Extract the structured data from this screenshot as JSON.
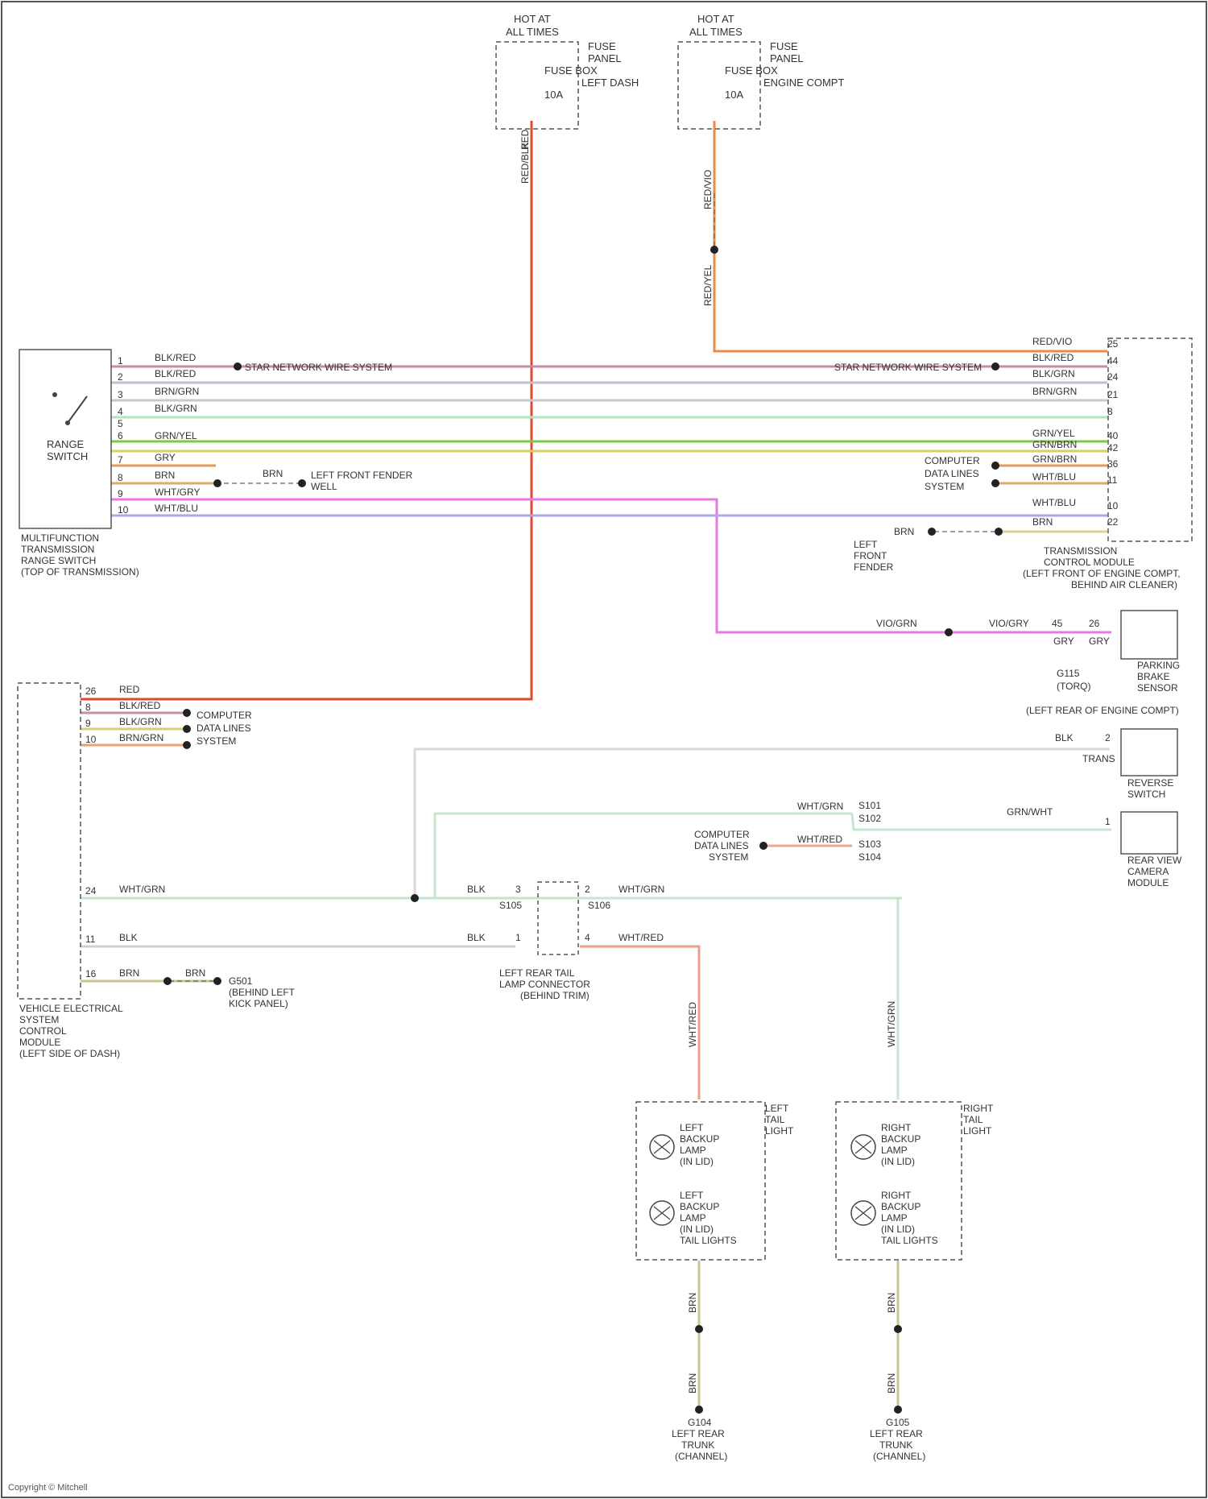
{
  "components": {
    "fuse_left": {
      "labels": [
        "HOT AT",
        "ALL TIMES",
        "FUSE",
        "PANEL",
        "FUSE BOX",
        "LEFT DASH",
        "10A"
      ]
    },
    "fuse_right": {
      "labels": [
        "HOT AT",
        "ALL TIMES",
        "FUSE",
        "PANEL",
        "FUSE BOX",
        "ENGINE COMPT",
        "10A"
      ]
    },
    "range_switch": {
      "title": [
        "RANGE",
        "SWITCH"
      ],
      "caption": [
        "MULTIFUNCTION",
        "TRANSMISSION",
        "RANGE SWITCH",
        "(TOP OF TRANSMISSION)"
      ]
    },
    "tcm": {
      "caption": [
        "TRANSMISSION",
        "CONTROL MODULE",
        "(LEFT FRONT OF ENGINE COMPT,",
        "BEHIND AIR CLEANER)"
      ]
    },
    "central_module": {
      "caption": [
        "VEHICLE ELECTRICAL",
        "SYSTEM",
        "CONTROL",
        "MODULE",
        "(LEFT SIDE OF DASH)"
      ]
    },
    "park_sensor": {
      "caption": [
        "PARKING",
        "BRAKE",
        "SENSOR",
        "(LEFT REAR OF ENGINE COMPT)"
      ]
    },
    "reverse_switch": {
      "caption": [
        "REVERSE",
        "SWITCH"
      ]
    },
    "monitor": {
      "caption": [
        "REAR VIEW",
        "CAMERA",
        "MODULE"
      ]
    },
    "connector": {
      "caption": [
        "LEFT REAR TAIL",
        "LAMP CONNECTOR",
        "(BEHIND TRIM)"
      ]
    },
    "left_tail": {
      "title": [
        "LEFT",
        "TAIL",
        "LIGHT"
      ],
      "lamp1": [
        "LEFT",
        "BACKUP",
        "LAMP",
        "(IN LID)"
      ],
      "lamp2": [
        "LEFT",
        "BACKUP",
        "LAMP",
        "(IN LID)",
        "TAIL LIGHTS"
      ]
    },
    "right_tail": {
      "title": [
        "RIGHT",
        "TAIL",
        "LIGHT"
      ],
      "lamp1": [
        "RIGHT",
        "BACKUP",
        "LAMP",
        "(IN LID)"
      ],
      "lamp2": [
        "RIGHT",
        "BACKUP",
        "LAMP",
        "(IN LID)",
        "TAIL LIGHTS"
      ]
    },
    "ground_left": {
      "caption": [
        "G104",
        "LEFT REAR",
        "TRUNK",
        "(CHANNEL)"
      ]
    },
    "ground_right": {
      "caption": [
        "G105",
        "LEFT REAR",
        "TRUNK",
        "(CHANNEL)"
      ]
    },
    "ground_mid": {
      "caption": [
        "LEFT FRONT FENDER",
        "WELL"
      ]
    },
    "ground_tcm": {
      "caption": [
        "LEFT",
        "FRONT",
        "FENDER"
      ]
    },
    "ground_dash": {
      "caption": [
        "G501",
        "(BEHIND LEFT",
        "KICK PANEL)"
      ]
    },
    "ground_park": {
      "caption": [
        "G115",
        "(TORQ)"
      ]
    },
    "ground_rev": {
      "caption": [
        "TRANS"
      ]
    }
  },
  "wires": {
    "red_vertical": [
      "RED/BLK",
      "RED"
    ],
    "orange_vertical": [
      "RED/VIO",
      "RED/YEL"
    ],
    "switch_pins": [
      "1",
      "2",
      "3",
      "4",
      "5",
      "6",
      "7",
      "8",
      "9",
      "10"
    ],
    "switch_wires": [
      "BLK/RED",
      "BLK/RED",
      "BRN/GRN",
      "BLK/GRN",
      "",
      "GRN/YEL",
      "GRY",
      "BRN",
      "WHT/GRY",
      "WHT/BLU"
    ],
    "tcm_pins": [
      "25",
      "44",
      "24",
      "21",
      "8",
      "40",
      "42",
      "36",
      "11",
      "10",
      "22"
    ],
    "tcm_wires": [
      "RED/VIO",
      "BLK/RED",
      "BLK/GRN",
      "BRN/GRN",
      "",
      "GRN/YEL",
      "GRN/BRN",
      "GRN/BRN",
      "WHT/BLU",
      "WHT/BLU",
      "BRN"
    ],
    "park_wires": [
      "VIO/GRN",
      "VIO/GRY",
      "GRY",
      "GRY"
    ],
    "park_pins": [
      "45",
      "26"
    ],
    "cm_pins": [
      "26",
      "8",
      "9",
      "10",
      "24",
      "11",
      "16"
    ],
    "cm_wires": [
      "RED",
      "BLK/RED",
      "BLK/GRN",
      "BRN/GRN",
      "WHT/GRN",
      "BLK",
      "BRN"
    ],
    "conn_left": [
      "BLK",
      "BLK"
    ],
    "conn_right": [
      "WHT/GRN",
      "WHT/RED"
    ],
    "conn_pins": [
      "3",
      "1",
      "2",
      "4"
    ],
    "splice": [
      "S101",
      "S102",
      "S103",
      "S104",
      "S105",
      "S106"
    ],
    "rev_wire": [
      "BLK",
      "2"
    ],
    "monitor_wires": [
      "WHT/GRN",
      "GRN/WHT",
      "1"
    ],
    "tail_wires": [
      "WHT/RED",
      "WHT/GRN"
    ],
    "ground_wires": [
      "BRN",
      "BRN",
      "BRN",
      "BRN"
    ]
  },
  "refs": {
    "star_left": "STAR NETWORK WIRE SYSTEM",
    "star_right": "STAR NETWORK WIRE SYSTEM",
    "cmp_tcm": [
      "COMPUTER",
      "DATA LINES",
      "SYSTEM"
    ],
    "cmp_cm": [
      "COMPUTER",
      "DATA LINES",
      "SYSTEM"
    ],
    "cmp_mid": [
      "COMPUTER",
      "DATA LINES",
      "SYSTEM"
    ]
  },
  "footer": "Copyright © Mitchell"
}
